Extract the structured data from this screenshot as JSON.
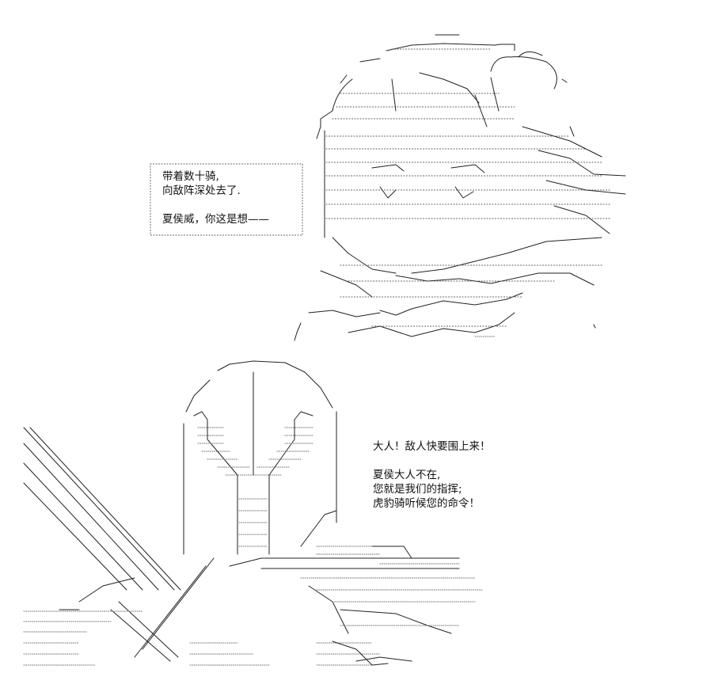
{
  "top_scene": {
    "speech_lines": [
      "带着数十骑,",
      "向敌阵深处去了.",
      "",
      "夏侯威，你这是想——"
    ]
  },
  "bottom_scene": {
    "speech_lines": [
      "大人！敌人快要围上来！",
      "",
      "夏侯大人不在,",
      "您就是我们的指挥;",
      "虎豹骑听候您的命令！"
    ]
  }
}
